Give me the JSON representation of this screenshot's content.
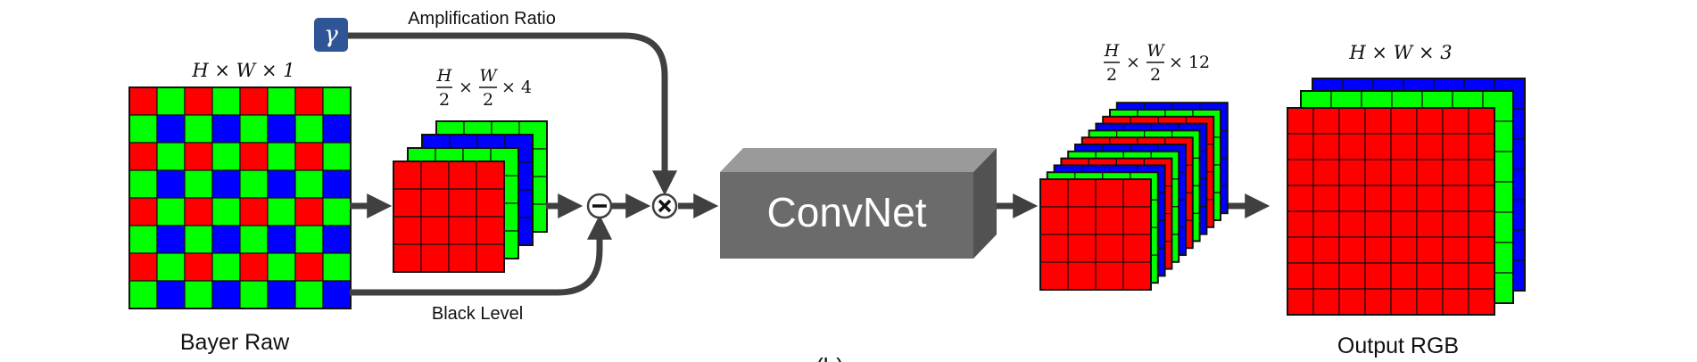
{
  "labels": {
    "amplification_ratio": "Amplification Ratio",
    "gamma_symbol": "γ",
    "black_level": "Black Level",
    "bayer_raw": "Bayer Raw",
    "output_rgb": "Output RGB",
    "convnet": "ConvNet",
    "subfigure": "(b)"
  },
  "dimensions": {
    "bayer": "H × W × 1",
    "packed_num_h": "H",
    "packed_den_h": "2",
    "packed_num_w": "W",
    "packed_den_w": "2",
    "packed_tail": "× 4",
    "features_num_h": "H",
    "features_den_h": "2",
    "features_num_w": "W",
    "features_den_w": "2",
    "features_tail": "× 12",
    "output": "H × W × 3"
  },
  "operators": {
    "subtract": "−",
    "multiply": "×"
  },
  "colors": {
    "red": "#ff0000",
    "green": "#00ff00",
    "blue": "#0000ff",
    "grid_line": "#111111",
    "arrow": "#404040",
    "gamma_box": "#2f5597",
    "convnet_front": "#6b6b6b",
    "convnet_top": "#9a9a9a",
    "convnet_side": "#525252"
  }
}
